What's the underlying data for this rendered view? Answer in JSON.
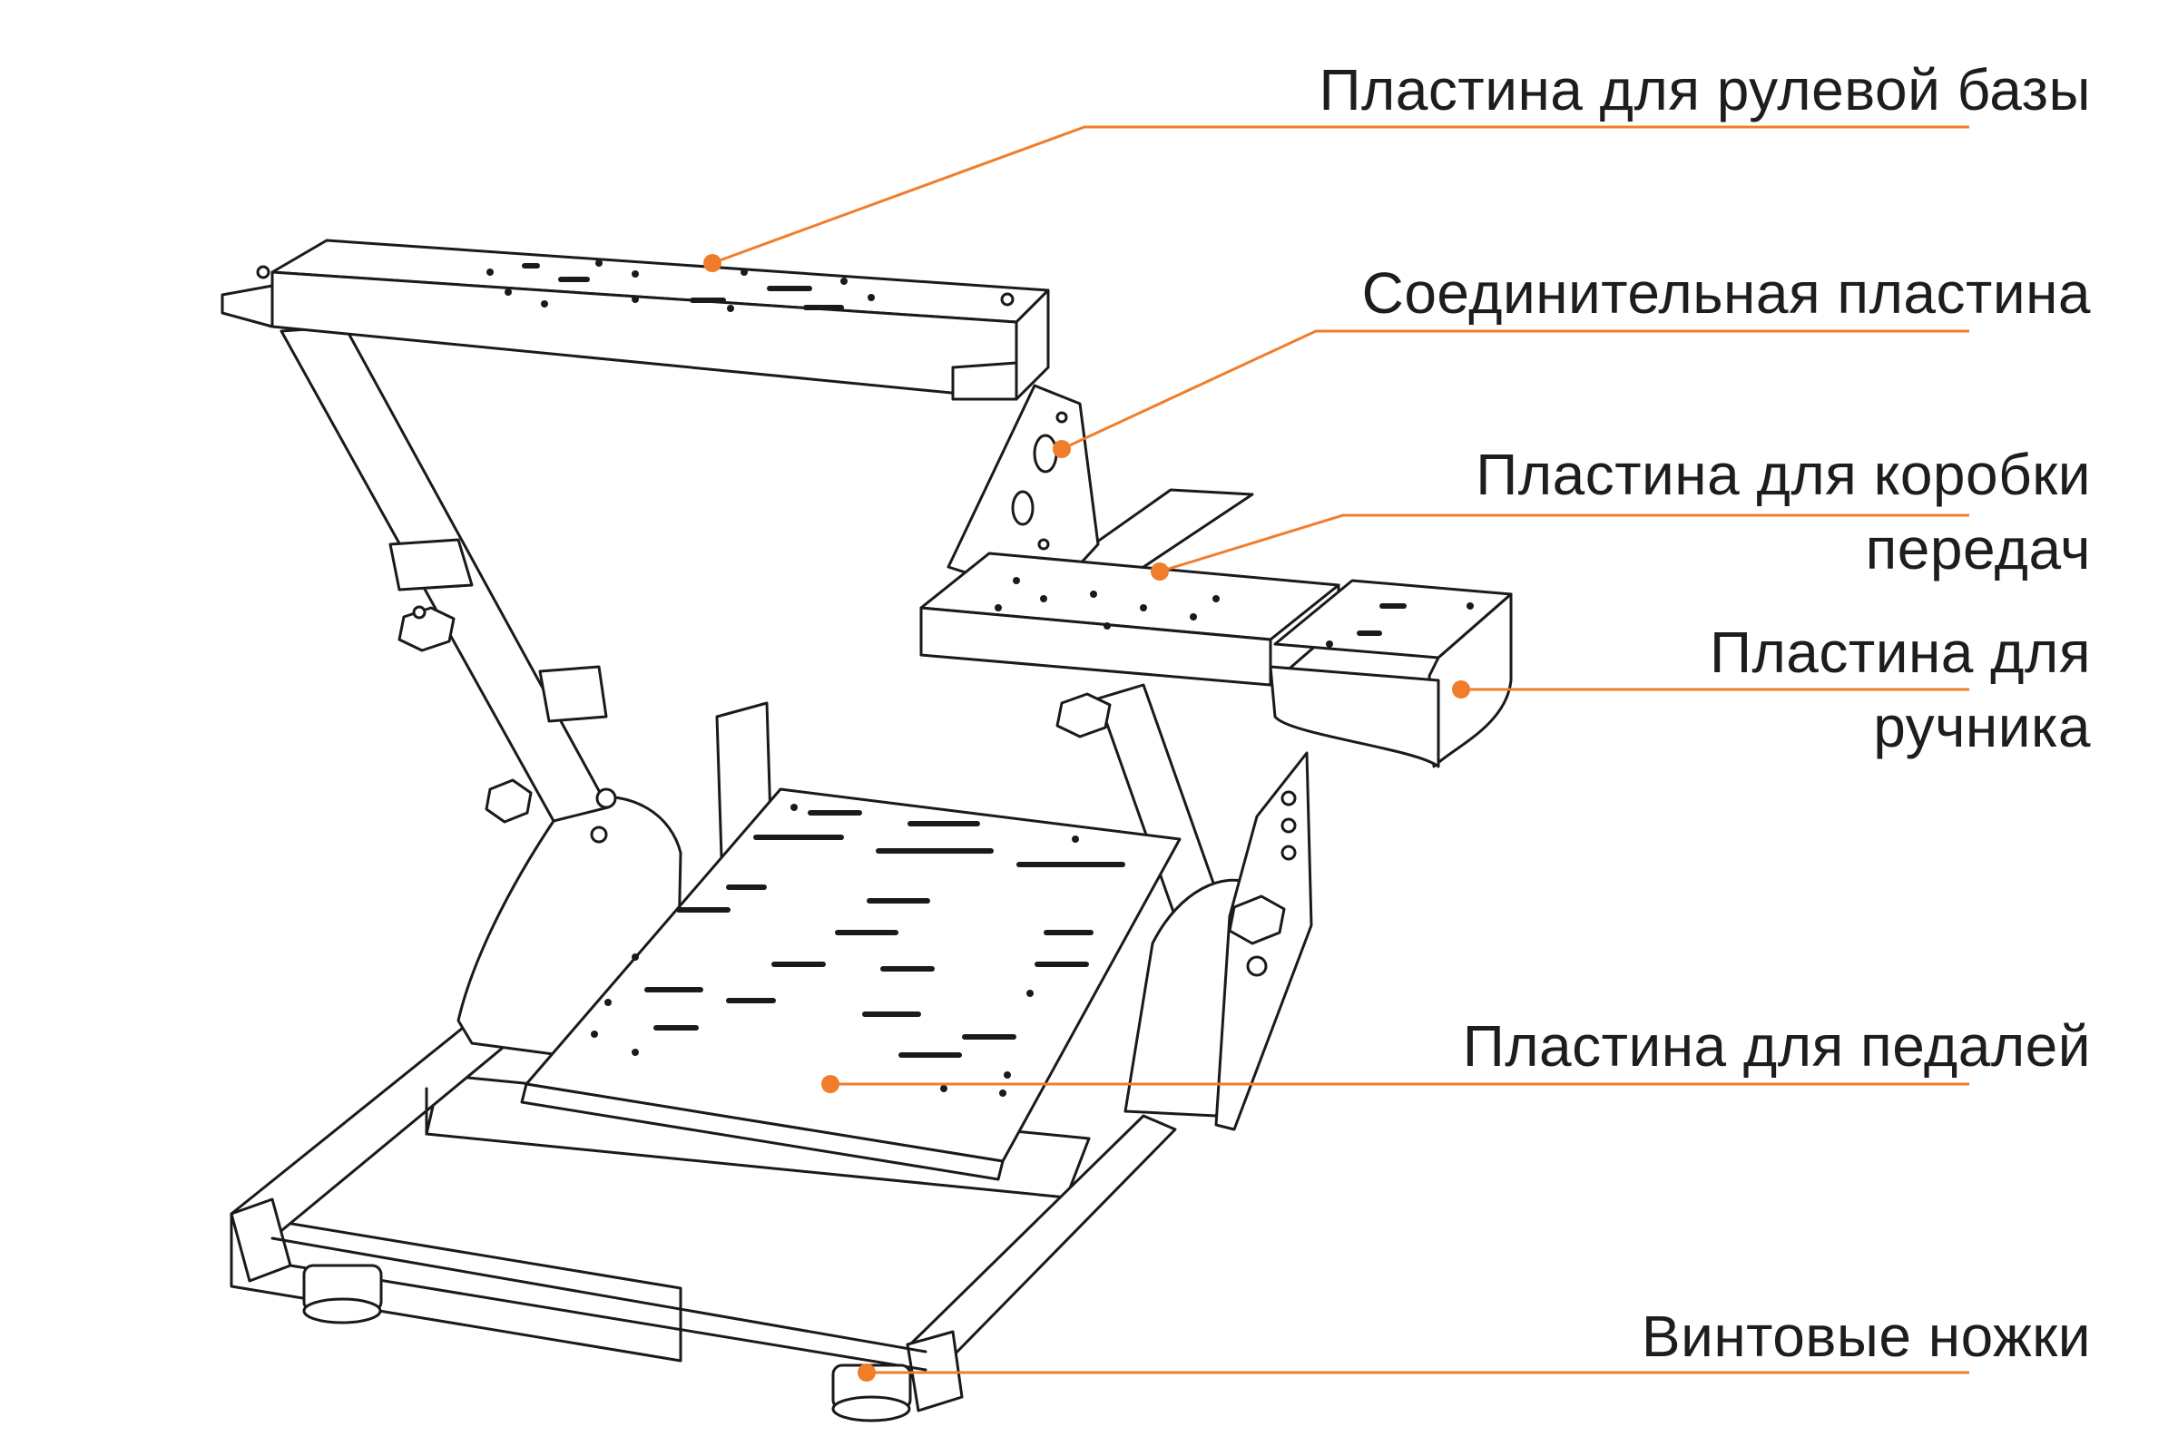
{
  "accent_color": "#F07D2A",
  "line_color": "#1a1a1a",
  "callouts": [
    {
      "id": "steering",
      "lines": [
        "Пластина для рулевой базы"
      ]
    },
    {
      "id": "connector",
      "lines": [
        "Соединительная пластина"
      ]
    },
    {
      "id": "shifter",
      "lines": [
        "Пластина для коробки",
        "передач"
      ]
    },
    {
      "id": "handbrake",
      "lines": [
        "Пластина для",
        "ручника"
      ]
    },
    {
      "id": "pedals",
      "lines": [
        "Пластина для педалей"
      ]
    },
    {
      "id": "feet",
      "lines": [
        "Винтовые ножки"
      ]
    }
  ]
}
